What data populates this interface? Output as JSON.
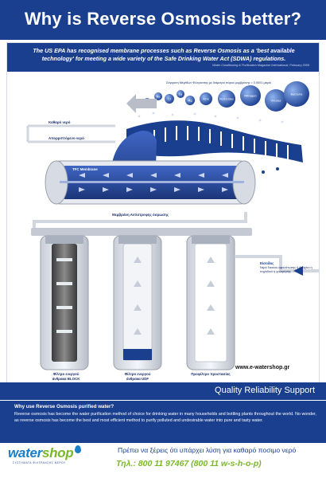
{
  "title": "Why is Reverse Osmosis better?",
  "intro": "The US EPA has recognised membrane processes such as Reverse Osmosis as a 'best available technology' for meeting a wide variety of the Safe Drinking Water Act (SDWA) regulations.",
  "source": "Water Conditioning & Purification Magazine International, February 2009",
  "diagram": {
    "pore_size_label": "Σύγκριση Μεγέθων Φιλτρανσης με διάμετρο πόρου μεμβράνης = 0,0001 μικρά",
    "particles": [
      "H₂O",
      "Na",
      "Cl",
      "Ca",
      "Mg",
      "NOx",
      "Pesticides",
      "Nitrogen",
      "Viruses",
      "Bacteria"
    ],
    "clean_water": "Καθαρό νερό",
    "waste_water": "Απορριπτόμενο νερό",
    "tfc_membrane": "TFC Membrane",
    "membrane_label": "Μεμβράνη Αντίστροφης όσμωσης",
    "inlet_label_1": "Είσοδος",
    "inlet_label_2": "Νερό δικτύου αφαλάτωσης ή βρόχινο ή πηγαδιού ή γεώτρησης",
    "filter_1": "Φίλτρο ενεργού άνθρακα BLOCK",
    "filter_2": "Φίλτρο ενεργού άνθρακα UDF",
    "filter_3": "Προφίλτρο προστασίας"
  },
  "website": "www.e-watershop.gr",
  "tagline": "Quality Reliability Support",
  "why": {
    "title": "Why use Reverse Osmosis purified water?",
    "text": "Reverse osmosis has become the water purification method of choice for drinking water in many households and bottling plants throughout the world. No wonder, as reverse osmosis has become the best and most efficient method to purify polluted and undesirable water into pure and tasty water."
  },
  "footer": {
    "logo_water": "water",
    "logo_shop": "shop",
    "logo_sub": "ΣΥΣΤΗΜΑΤΑ ΦΙΛΤΡΑΝΣΗΣ ΝΕΡΟΥ",
    "slogan": "Πρέπει να ξέρεις ότι υπάρχει λύση για καθαρό ποσιμο νερό",
    "phone": "Τηλ.: 800 11 97467 (800 11 w-s-h-o-p)"
  },
  "colors": {
    "brand_blue": "#1b3f8f",
    "logo_blue": "#1a7fc8",
    "logo_green": "#7ab829"
  }
}
